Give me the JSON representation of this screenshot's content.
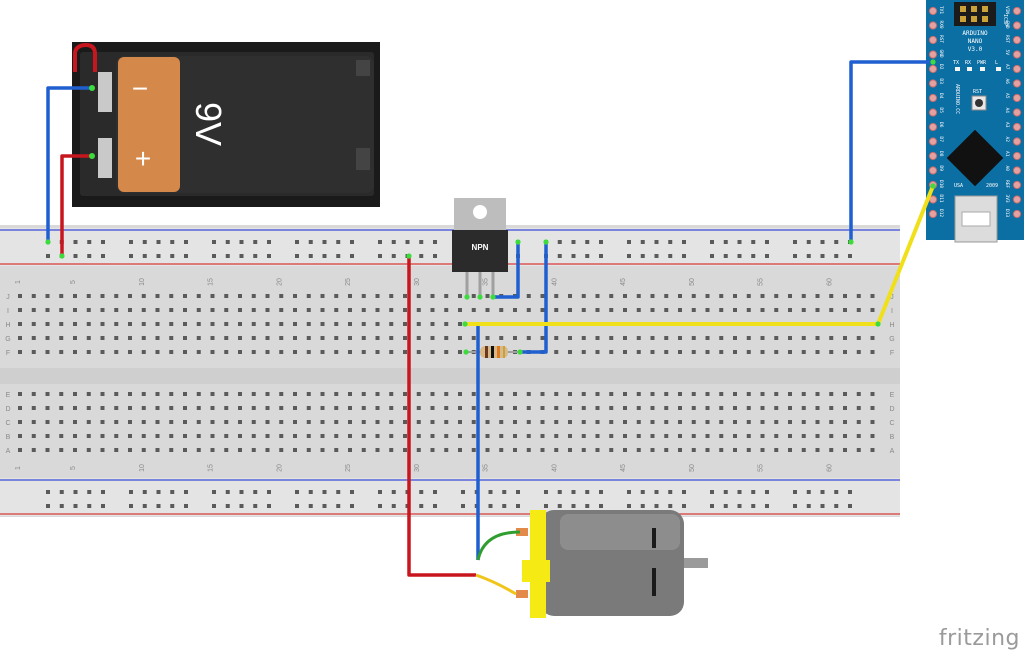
{
  "watermark": "fritzing",
  "battery": {
    "voltage": "9V",
    "minus": "−",
    "plus": "+"
  },
  "transistor": {
    "label": "NPN"
  },
  "breadboard": {
    "row_letters_top": [
      "J",
      "I",
      "H",
      "G",
      "F"
    ],
    "row_letters_bottom": [
      "E",
      "D",
      "C",
      "B",
      "A"
    ],
    "column_numbers": [
      "1",
      "5",
      "10",
      "15",
      "20",
      "25",
      "30",
      "35",
      "40",
      "45",
      "50",
      "55",
      "60"
    ]
  },
  "arduino": {
    "title_lines": [
      "ARDUINO",
      "NANO",
      "V3.0"
    ],
    "led_labels": [
      "TX",
      "RX",
      "PWR",
      "L"
    ],
    "icsp": "ICSP",
    "brand": "ARDUINO.CC",
    "rst": "RST",
    "usa": "USA",
    "year": "2009",
    "left_pins": [
      "D12",
      "D11",
      "D10",
      "D9",
      "D8",
      "D7",
      "D6",
      "D5",
      "D4",
      "D3",
      "D2",
      "GND",
      "RST",
      "RX0",
      "TX1"
    ],
    "right_pins": [
      "D13",
      "3V3",
      "REF",
      "A0",
      "A1",
      "A2",
      "A3",
      "A4",
      "A5",
      "A6",
      "A7",
      "5V",
      "RST",
      "GND",
      "VIN"
    ]
  },
  "colors": {
    "wire_blue": "#1f5fd0",
    "wire_red": "#c8161e",
    "wire_yellow": "#f0e01a",
    "wire_green": "#2f9e2f",
    "battery_orange": "#d4884a",
    "arduino_blue": "#0b6fa4",
    "motor_gray": "#7a7a7a",
    "motor_yellow": "#f5ea14"
  }
}
